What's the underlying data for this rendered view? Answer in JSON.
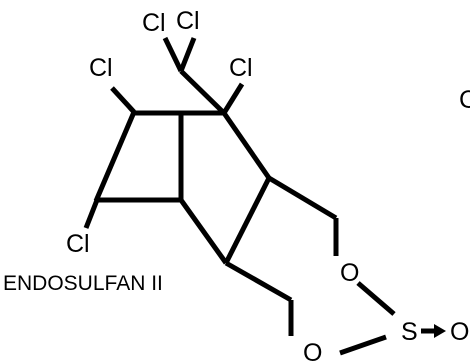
{
  "compound_name": "ENDOSULFAN II",
  "atoms": {
    "cl_top_left": "Cl",
    "cl_top_right": "Cl",
    "cl_left": "Cl",
    "cl_right": "Cl",
    "cl_bottom": "Cl",
    "o_upper": "O",
    "o_lower": "O",
    "sulfur": "S",
    "o_double": "O",
    "partial_letter": "C"
  }
}
